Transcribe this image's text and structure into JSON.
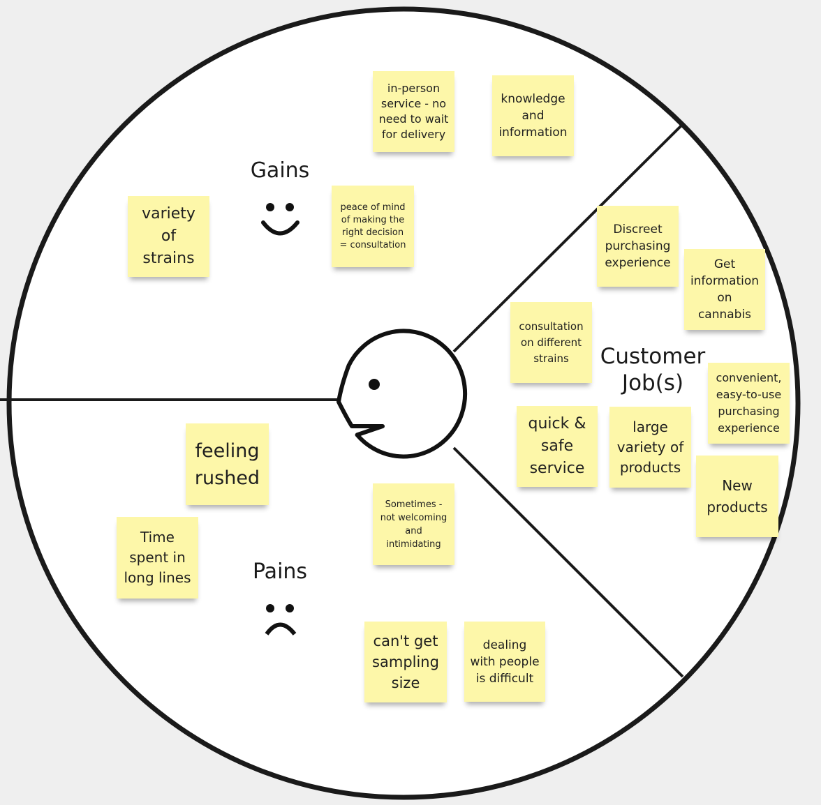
{
  "sections": {
    "gains": {
      "label": "Gains"
    },
    "pains": {
      "label": "Pains"
    },
    "jobs": {
      "label": "Customer Job(s)"
    }
  },
  "notes": {
    "in_person": "in-person service - no need to wait for delivery",
    "knowledge": "knowledge and information",
    "variety_strains": "variety of strains",
    "peace_of_mind": "peace of mind of making the right decision = consultation",
    "discreet": "Discreet purchasing experience",
    "get_info": "Get information on cannabis",
    "consultation": "consultation on different strains",
    "convenient": "convenient, easy-to-use purchasing experience",
    "quick_safe": "quick & safe service",
    "large_variety": "large variety of products",
    "new_products": "New products",
    "feeling_rushed": "feeling rushed",
    "time_spent": "Time spent in long lines",
    "not_welcoming": "Sometimes - not welcoming and intimidating",
    "cant_sample": "can't get sampling size",
    "dealing_people": "dealing with people is difficult"
  },
  "colors": {
    "note": "#fdf7a9",
    "background": "#efefef",
    "circle_fill": "#ffffff",
    "stroke": "#1a1a1a"
  },
  "icons": {
    "gains": "smiley-face-icon",
    "pains": "frowning-face-icon",
    "customer": "customer-profile-head-icon"
  }
}
